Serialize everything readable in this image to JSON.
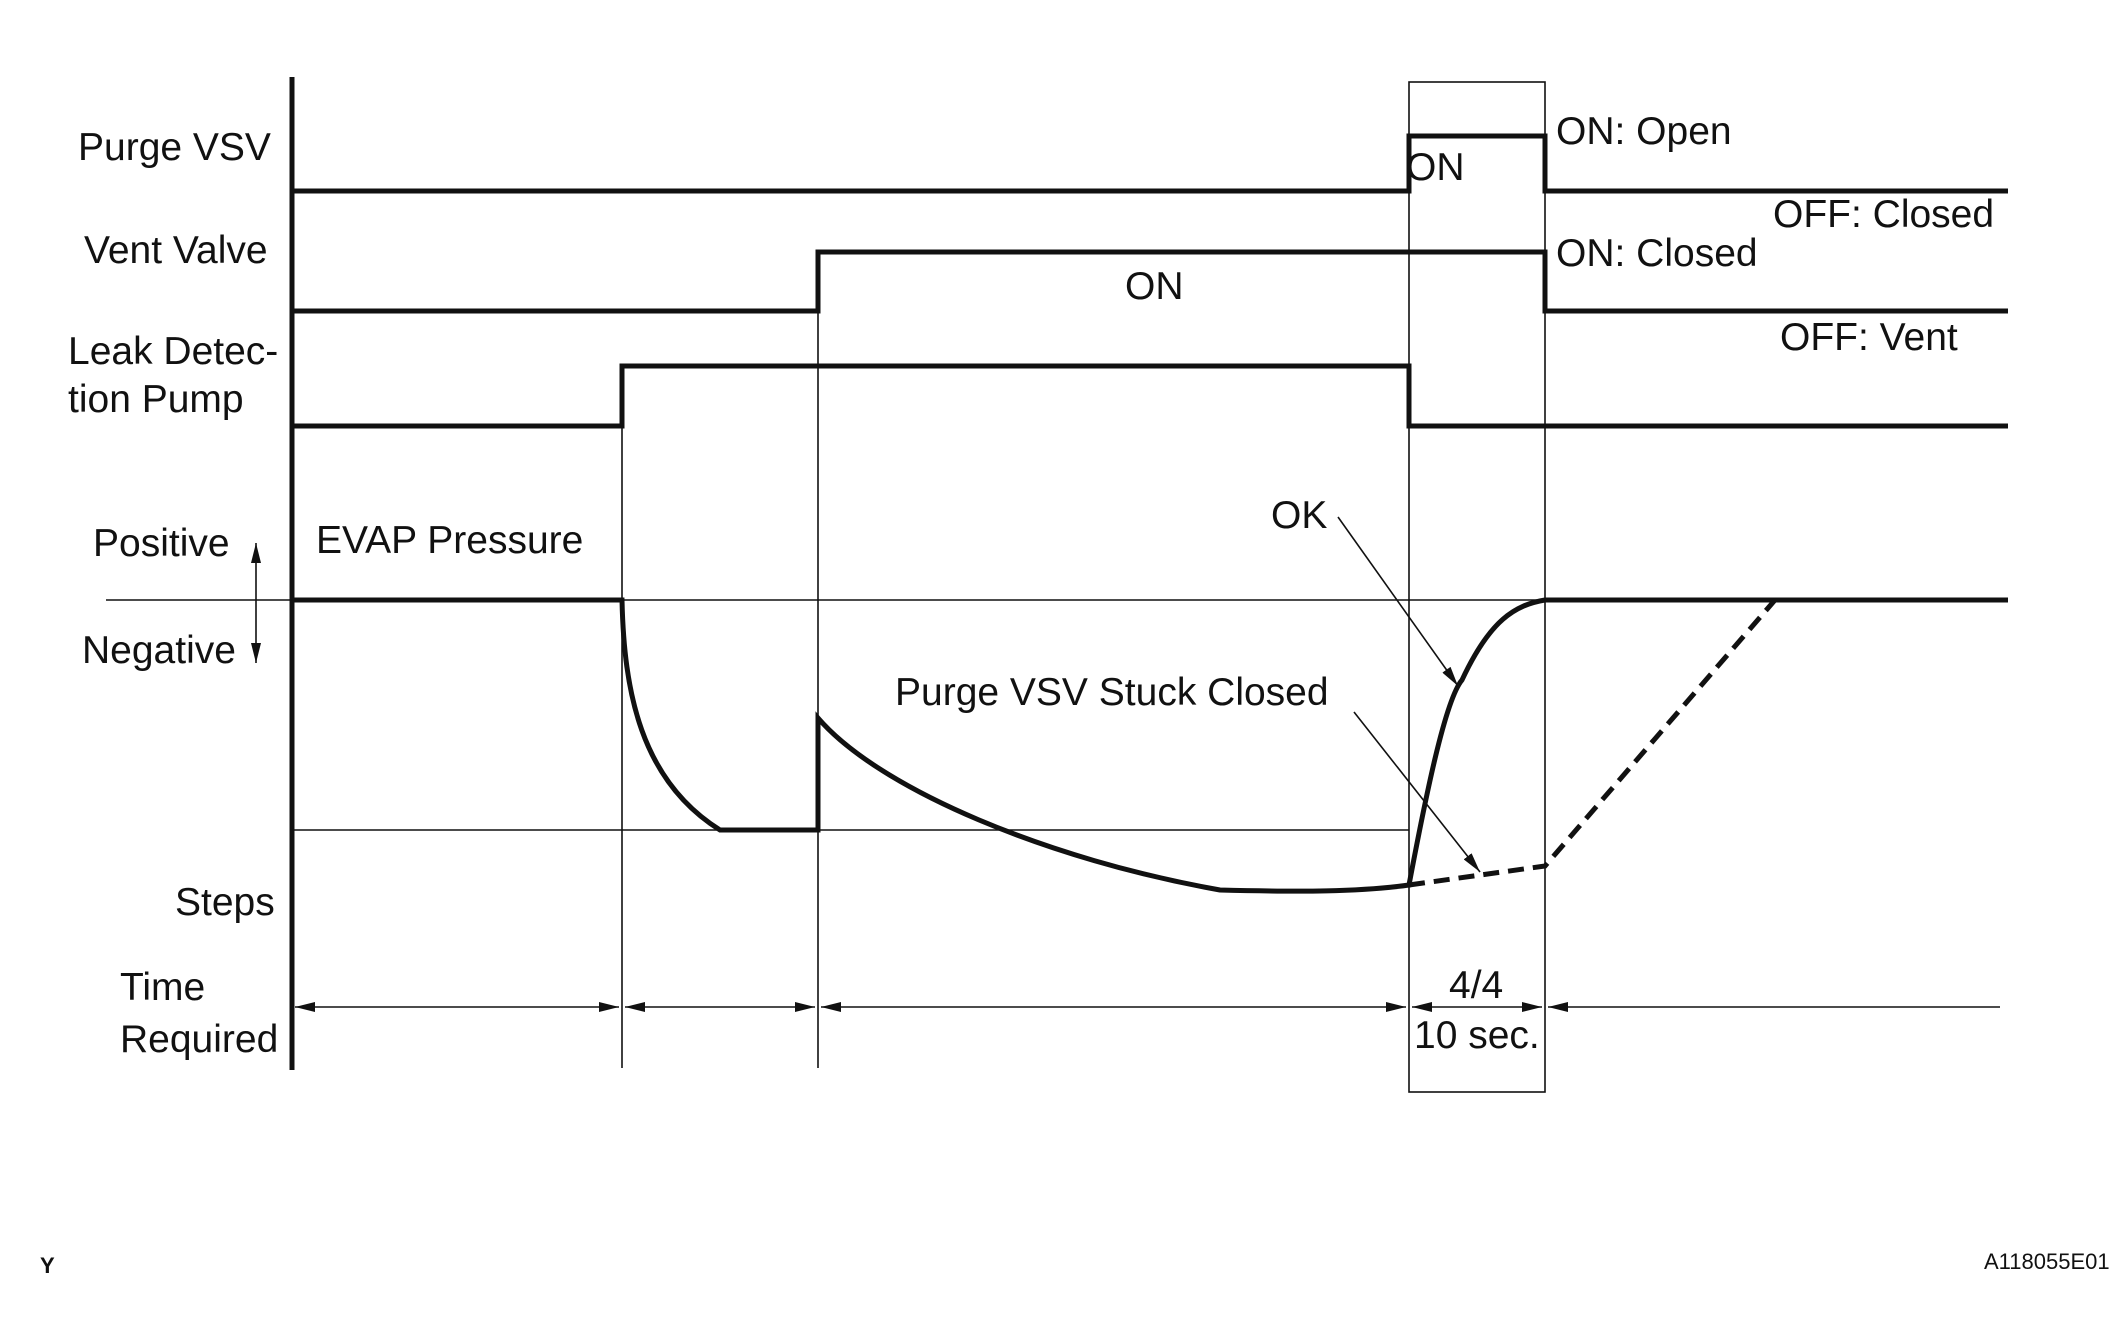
{
  "signals": {
    "purge_vsv": {
      "label": "Purge VSV",
      "on_text": "ON",
      "state_on": "ON: Open",
      "state_off": "OFF: Closed"
    },
    "vent_valve": {
      "label": "Vent Valve",
      "on_text": "ON",
      "state_on": "ON: Closed",
      "state_off": "OFF: Vent"
    },
    "leak_pump": {
      "label_line1": "Leak Detec-",
      "label_line2": "tion Pump"
    }
  },
  "pressure": {
    "positive_label": "Positive",
    "negative_label": "Negative",
    "title": "EVAP Pressure",
    "ok_label": "OK",
    "stuck_label": "Purge VSV Stuck Closed"
  },
  "rows": {
    "steps_label": "Steps",
    "time_label_line1": "Time",
    "time_label_line2": "Required"
  },
  "step_box": {
    "step_text": "4/4",
    "time_text": "10 sec."
  },
  "footer": {
    "left_code": "Y",
    "figure_id": "A118055E01"
  }
}
